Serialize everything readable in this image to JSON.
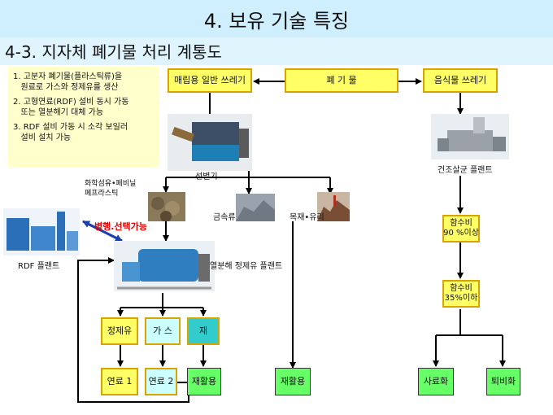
{
  "header": {
    "title": "4. 보유 기술 특징",
    "subtitle": "4-3. 지자체  폐기물  처리 계통도"
  },
  "notes": [
    "1. 고분자 폐기물(플라스틱류)을\n   원료로 가스와 정제유를 생산",
    "2. 고형연료(RDF) 설비 동시 가동\n   또는 열분해기 대체 가능",
    "3. RDF 설비 가동 시 소각 보일러\n   설비 설치 가능"
  ],
  "boxes": {
    "landfill": "매립용 일반 쓰레기",
    "waste": "폐 기 물",
    "food": "음식물 쓰레기",
    "moisture90": "함수비\n90 %이상",
    "moisture35": "함수비\n35%이하",
    "refined_oil": "정제유",
    "gas": "가 스",
    "ash": "재",
    "fuel1": "연료 1",
    "fuel2": "연료 2",
    "recycle1": "재활용",
    "recycle2": "재활용",
    "feed": "사료화",
    "compost": "퇴비화"
  },
  "labels": {
    "separator": "선별기",
    "plastics": "화학섬유•폐비닐\n폐프라스틱",
    "metals": "금속류",
    "wood_glass": "목재•유리",
    "rdf_plant": "RDF 플랜트",
    "parallel": "병행.선택가능",
    "pyrolysis_plant": "열분해 정제유 플랜트",
    "drying_plant": "건조살균 플랜트"
  },
  "colors": {
    "yellow_box": "#ffff66",
    "cyan_box": "#ccffff",
    "teal_box": "#33cccc",
    "green_box": "#66ff66",
    "notes_bg": "#ffffcc",
    "title_bg": "#cfeefe",
    "parallel_text": "#e00000"
  }
}
